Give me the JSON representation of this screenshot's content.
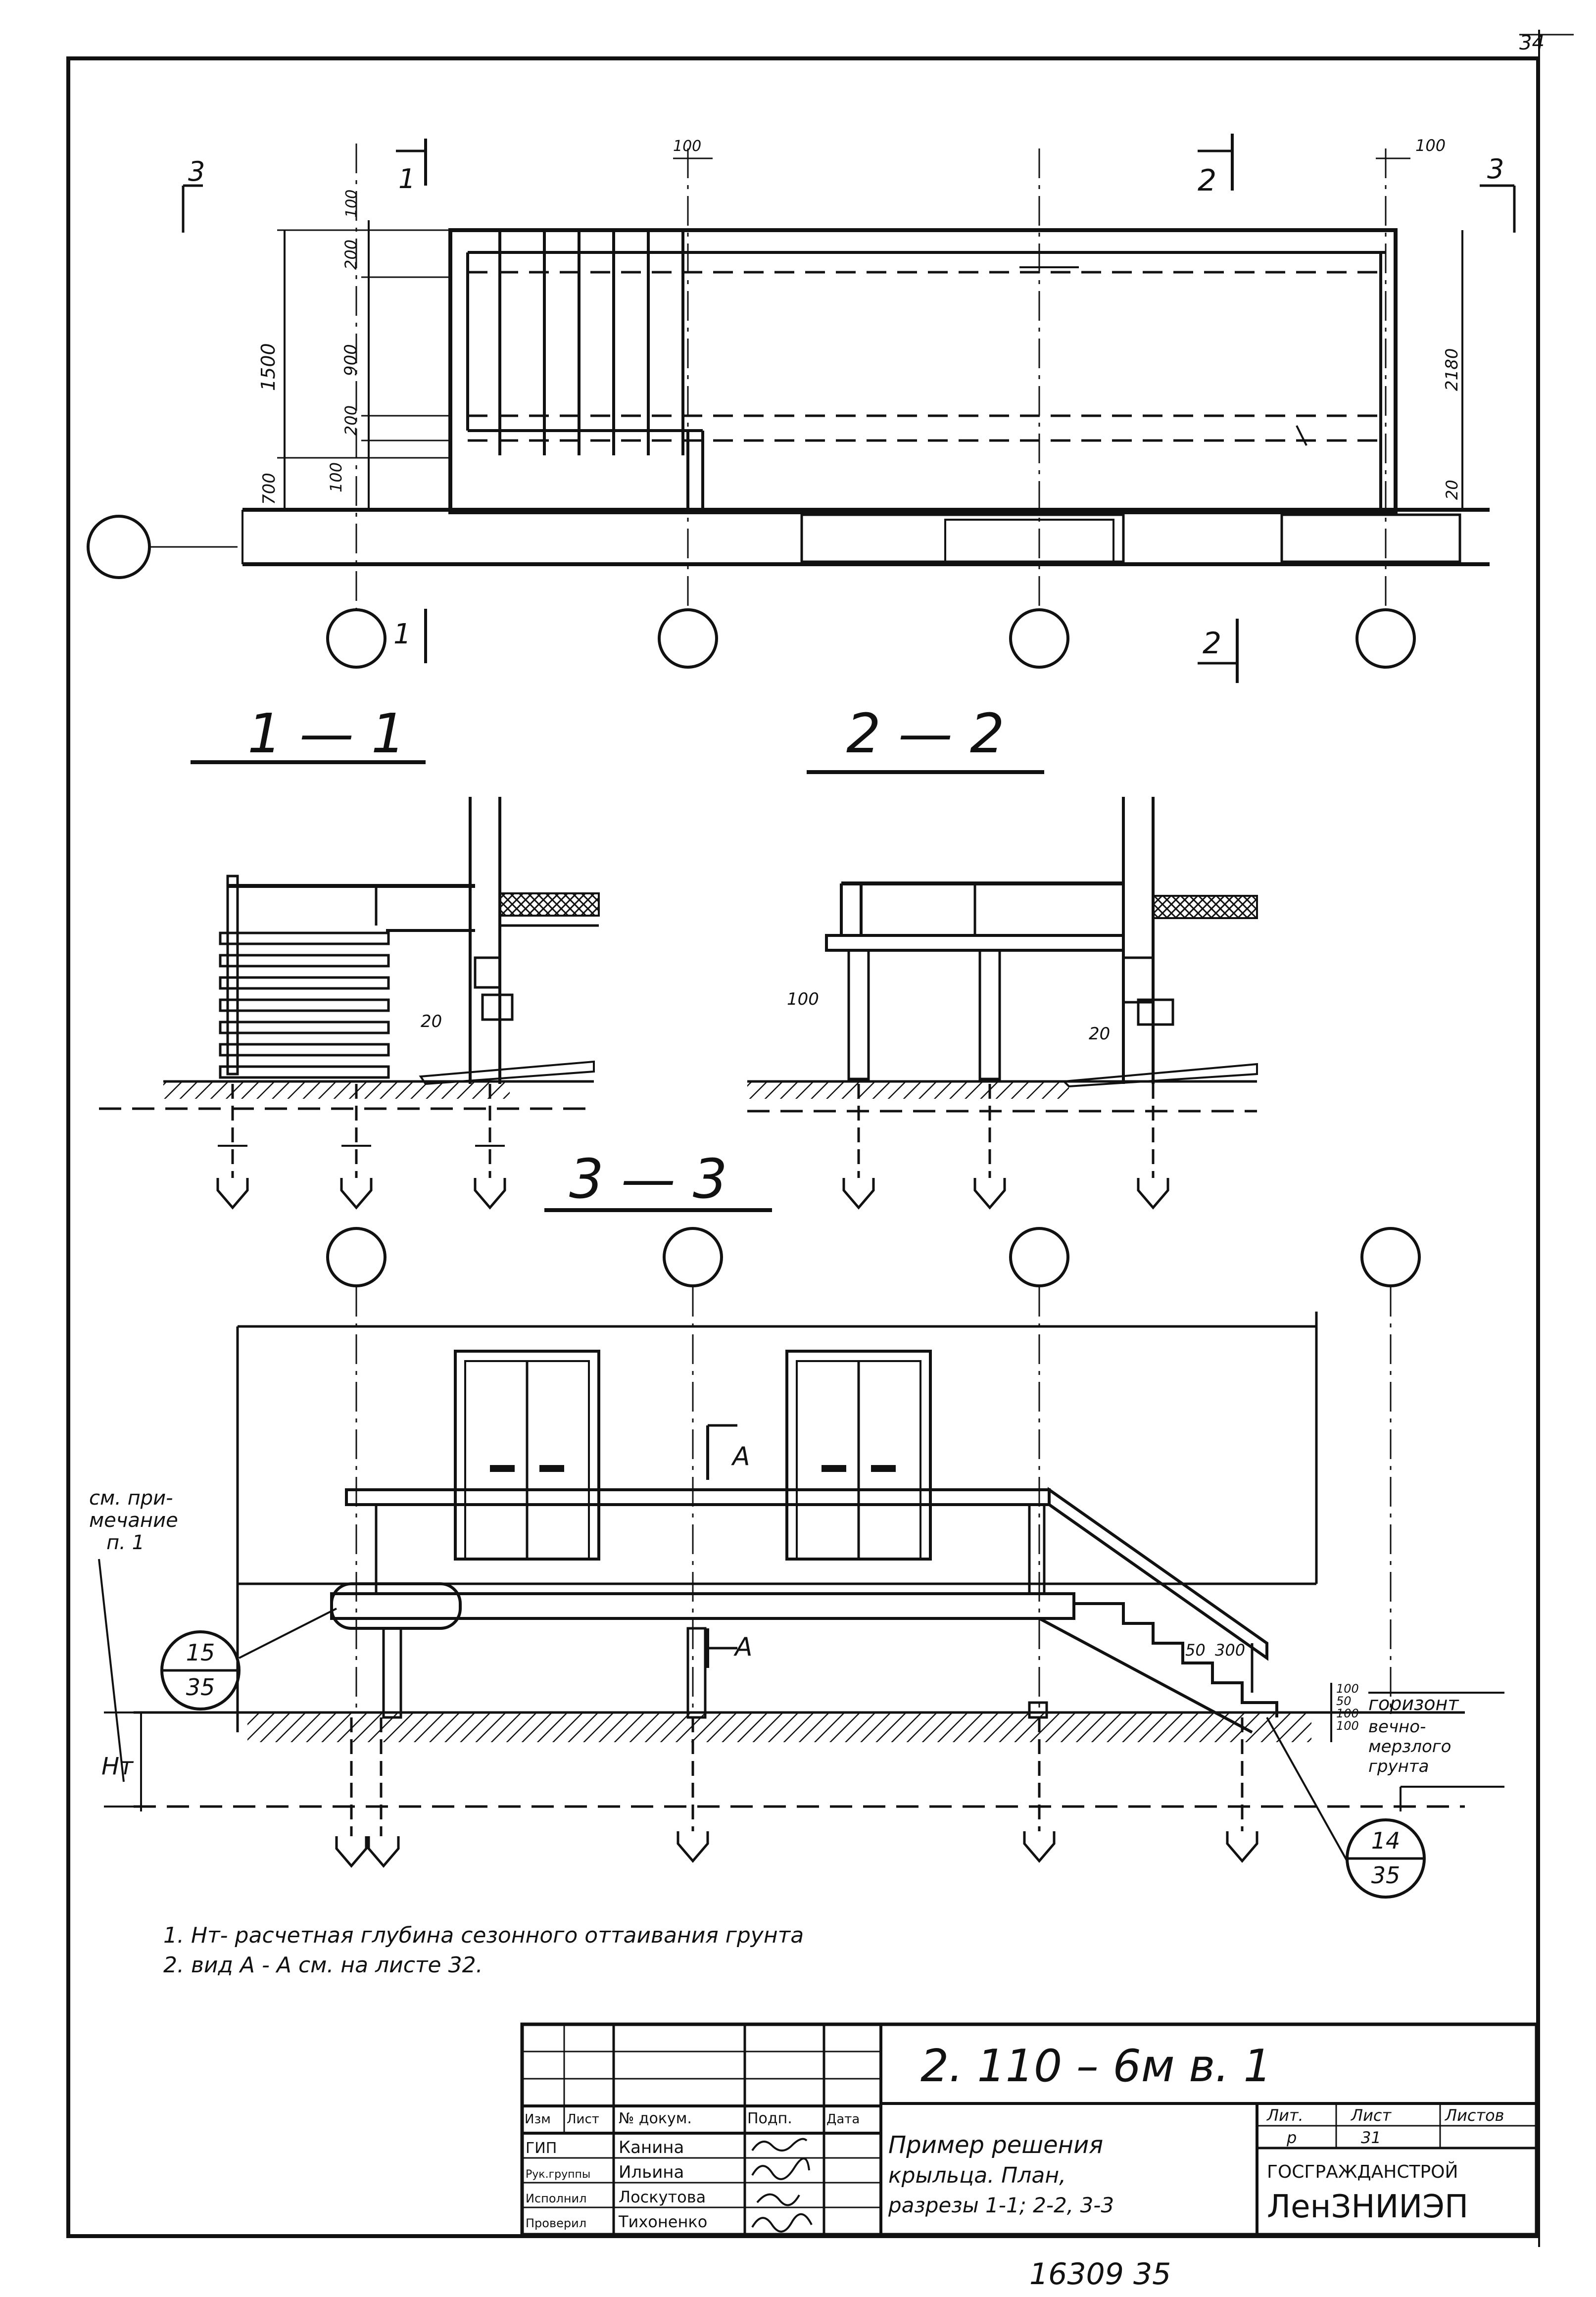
{
  "corner_mark": "34",
  "plan": {
    "section_marks": [
      "3",
      "1",
      "2",
      "3"
    ],
    "section_marks_bottom": [
      "1",
      "2"
    ],
    "dims_left": [
      "100",
      "200",
      "1500",
      "900",
      "200",
      "700",
      "100"
    ],
    "dims_right": [
      "2180",
      "20"
    ],
    "dims_top": [
      "100",
      "100"
    ]
  },
  "sections": {
    "s11": {
      "title": "1 — 1",
      "dim_a": "20"
    },
    "s22": {
      "title": "2 — 2",
      "dim_a": "100",
      "dim_b": "20"
    },
    "s33": {
      "title": "3 — 3"
    }
  },
  "elevation": {
    "view_mark": "A",
    "view_mark_2": "A",
    "note_ref": [
      "см. при-",
      "мечание",
      "п. 1"
    ],
    "callout_left": {
      "top": "15",
      "bottom": "35"
    },
    "callout_right": {
      "top": "14",
      "bottom": "35"
    },
    "stair_dims": [
      "50",
      "300"
    ],
    "vert_dims": [
      "100",
      "50",
      "100",
      "100"
    ],
    "ht_label": "Нт",
    "horizon_label": [
      "горизонт",
      "вечно-",
      "мерзлого",
      "грунта"
    ]
  },
  "notes": [
    "1.  Нт- расчетная   глубина   сезонного   оттаивания  грунта",
    "2.  вид   А - А   см.  на листе 32."
  ],
  "title_block": {
    "code": "2.  110 – 6м   в. 1",
    "col_headers": [
      "Изм",
      "Лист",
      "№ докум.",
      "Подп.",
      "Дата"
    ],
    "roles": [
      "ГИП",
      "Рук.группы",
      "Исполнил",
      "Проверил"
    ],
    "names": [
      "Канина",
      "Ильина",
      "Лоскутова",
      "Тихоненко"
    ],
    "description": [
      "Пример  решения",
      "крыльца. План,",
      "разрезы 1-1; 2-2, 3-3"
    ],
    "stage_headers": [
      "Лит.",
      "Лист",
      "Листов"
    ],
    "stage_values": [
      "р",
      "31",
      ""
    ],
    "org_1": "ГОСГРАЖДАНСТРОЙ",
    "org_2": "ЛенЗНИИЭП"
  },
  "footer_number": "16309   35"
}
